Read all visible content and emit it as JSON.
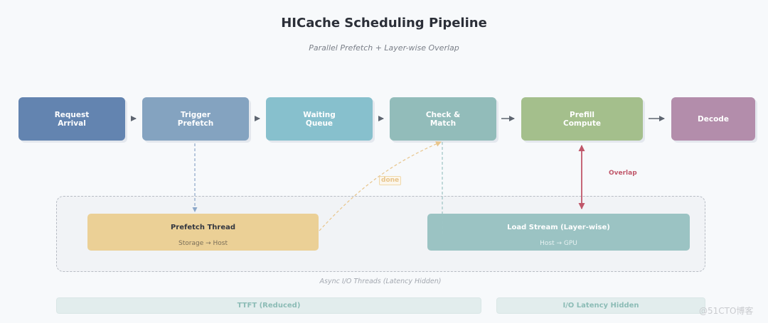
{
  "header": {
    "title": "HICache Scheduling Pipeline",
    "subtitle": "Parallel Prefetch + Layer-wise Overlap"
  },
  "pipeline": {
    "stages": [
      {
        "label": "Request\nArrival",
        "color": "#6384b0"
      },
      {
        "label": "Trigger\nPrefetch",
        "color": "#84a3c0"
      },
      {
        "label": "Waiting\nQueue",
        "color": "#87c0cd"
      },
      {
        "label": "Check &\nMatch",
        "color": "#92bcba"
      },
      {
        "label": "Prefill\nCompute",
        "color": "#a4bf8c"
      },
      {
        "label": "Decode",
        "color": "#b38dab"
      }
    ]
  },
  "async_io": {
    "label": "Async I/O Threads (Latency Hidden)",
    "threads": [
      {
        "title": "Prefetch Thread",
        "subtitle": "Storage → Host",
        "color": "#ebd096",
        "text_color": "#333740",
        "sub_color": "#7a6e58"
      },
      {
        "title": "Load Stream (Layer-wise)",
        "subtitle": "Host → GPU",
        "color": "#9bc3c3",
        "text_color": "#ffffff",
        "sub_color": "#e6f1f1"
      }
    ]
  },
  "annotations": {
    "done": "done",
    "overlap": "Overlap"
  },
  "footer": {
    "ttft": "TTFT (Reduced)",
    "io_latency": "I/O Latency Hidden"
  },
  "watermark": "@51CTO博客",
  "colors": {
    "background": "#f7f9fb",
    "overlap_arrow": "#c0576a",
    "done_arrow": "#e8c58c",
    "prefetch_link": "#8ba6c8",
    "load_link": "#9cc4c4",
    "flow_arrow": "#5e6570",
    "footer_text": "#8cbcb6"
  }
}
